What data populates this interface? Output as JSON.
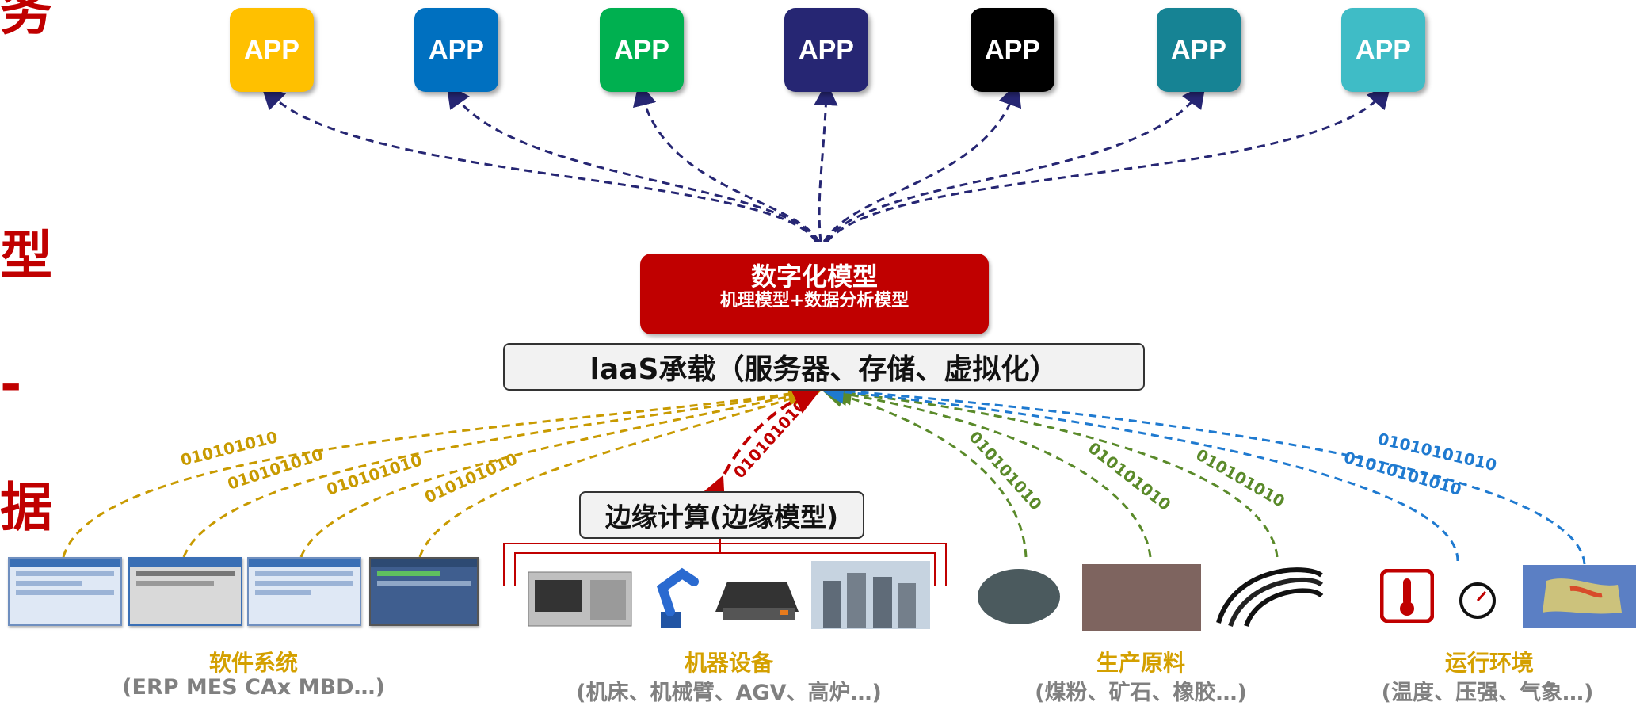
{
  "side_chars": [
    "务",
    "型",
    "-",
    "据"
  ],
  "apps": [
    {
      "label": "APP",
      "color": "#ffc000"
    },
    {
      "label": "APP",
      "color": "#0070c0"
    },
    {
      "label": "APP",
      "color": "#00b050"
    },
    {
      "label": "APP",
      "color": "#262673"
    },
    {
      "label": "APP",
      "color": "#000000"
    },
    {
      "label": "APP",
      "color": "#168394"
    },
    {
      "label": "APP",
      "color": "#3fbcc6"
    }
  ],
  "model": {
    "title": "数字化模型",
    "subtitle": "机理模型+数据分析模型"
  },
  "iaas": {
    "label": "laaS承载（服务器、存储、虚拟化）"
  },
  "edge": {
    "label": "边缘计算(边缘模型)"
  },
  "binary": "010101010",
  "binary_alt": "01010101010",
  "categories": [
    {
      "title": "软件系统",
      "subtitle": "(ERP MES CAx MBD…)"
    },
    {
      "title": "机器设备",
      "subtitle": "(机床、机械臂、AGV、高炉…)"
    },
    {
      "title": "生产原料",
      "subtitle": "(煤粉、矿石、橡胶…)"
    },
    {
      "title": "运行环境",
      "subtitle": "(温度、压强、气象…)"
    }
  ],
  "colors": {
    "app_links": "#262673",
    "software_links": "#c89a00",
    "edge_link": "#c00000",
    "material_links": "#5a8a2a",
    "environment_links": "#1f7ad0",
    "model_box": "#c00000"
  }
}
